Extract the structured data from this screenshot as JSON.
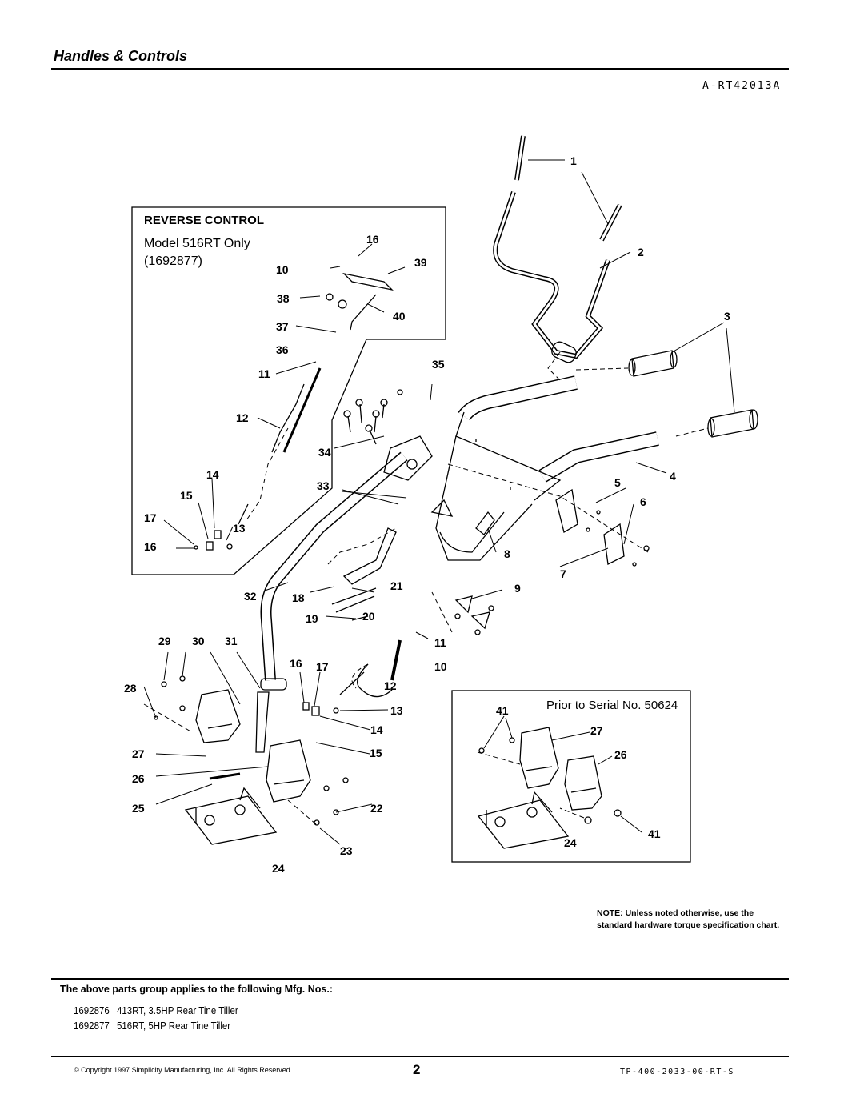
{
  "page": {
    "title": "Handles & Controls",
    "drawing_id": "A-RT42013A",
    "page_number": "2",
    "doc_number": "TP-400-2033-00-RT-S",
    "copyright": "© Copyright 1997 Simplicity Manufacturing, Inc. All Rights Reserved."
  },
  "reverse_control": {
    "title": "REVERSE CONTROL",
    "model": "Model 516RT Only",
    "mfg": "(1692877)"
  },
  "prior_serial": {
    "label": "Prior to Serial No. 50624"
  },
  "note": "NOTE: Unless noted otherwise, use the standard hardware torque specification chart.",
  "applies": {
    "heading": "The above parts group applies to the following Mfg. Nos.:",
    "rows": [
      {
        "mfg": "1692876",
        "description": "413RT, 3.5HP Rear Tine Tiller"
      },
      {
        "mfg": "1692877",
        "description": "516RT, 5HP Rear Tine Tiller"
      }
    ]
  },
  "callouts": [
    "1",
    "2",
    "3",
    "4",
    "5",
    "6",
    "7",
    "8",
    "9",
    "10",
    "11",
    "12",
    "13",
    "14",
    "15",
    "16",
    "17",
    "18",
    "19",
    "20",
    "21",
    "22",
    "23",
    "24",
    "25",
    "26",
    "27",
    "28",
    "29",
    "30",
    "31",
    "32",
    "33",
    "34",
    "35",
    "36",
    "37",
    "38",
    "39",
    "40",
    "41"
  ]
}
